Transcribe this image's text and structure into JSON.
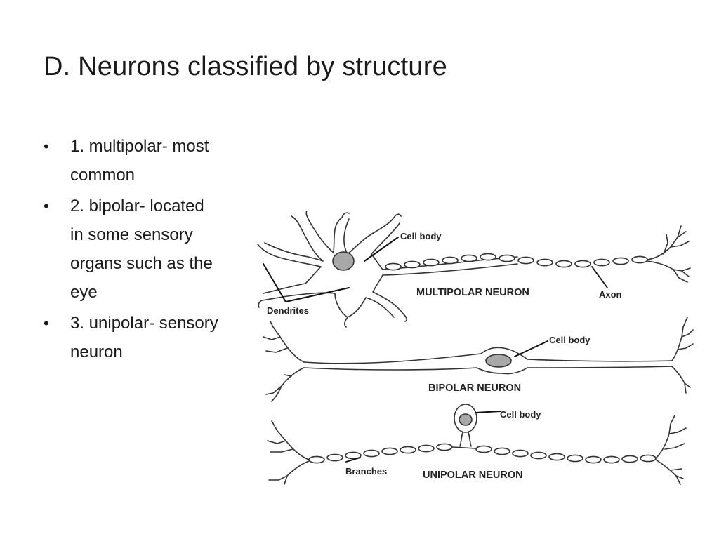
{
  "slide": {
    "title": "D.  Neurons classified by structure",
    "bullets": [
      {
        "marker": "•",
        "text": "1.  multipolar- most common"
      },
      {
        "marker": "•",
        "text": "2.  bipolar- located in some sensory organs such as the eye"
      },
      {
        "marker": "•",
        "text": "3.  unipolar- sensory neuron"
      }
    ]
  },
  "diagram": {
    "multipolar": {
      "cell_body": "Cell body",
      "dendrites": "Dendrites",
      "axon": "Axon",
      "name": "MULTIPOLAR NEURON"
    },
    "bipolar": {
      "cell_body": "Cell body",
      "name": "BIPOLAR NEURON"
    },
    "unipolar": {
      "cell_body": "Cell body",
      "branches": "Branches",
      "name": "UNIPOLAR NEURON"
    }
  }
}
